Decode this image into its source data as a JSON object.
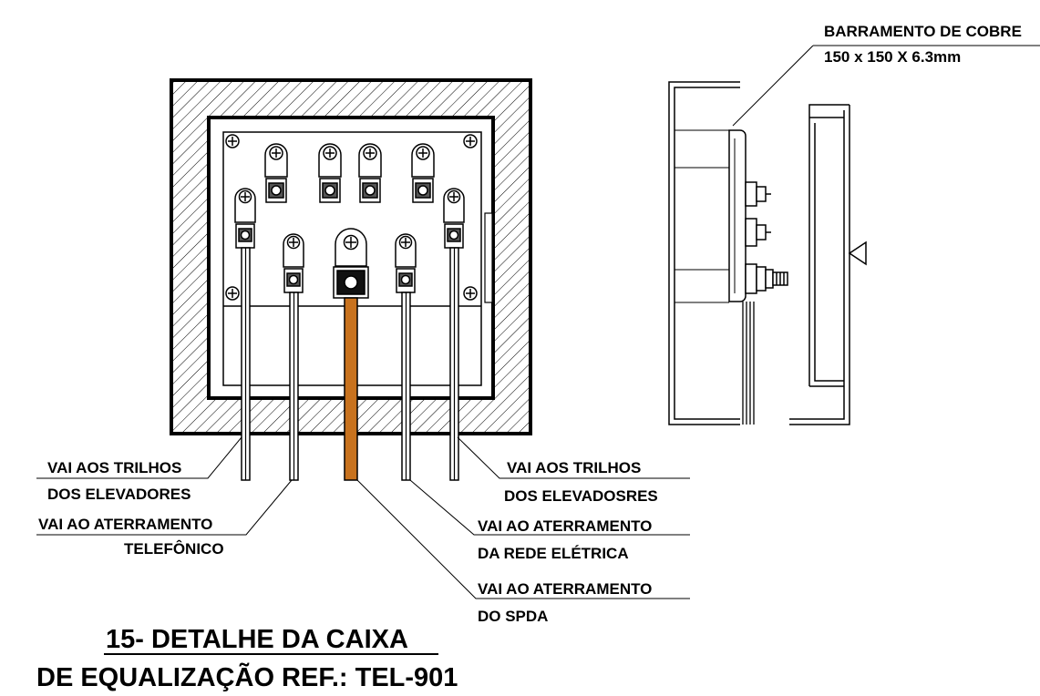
{
  "labels": {
    "barramento_line1": "BARRAMENTO DE COBRE",
    "barramento_line2": "150 x 150 X 6.3mm",
    "left_trilhos_line1": "VAI AOS TRILHOS",
    "left_trilhos_line2": "DOS ELEVADORES",
    "left_aterramento_line1": "VAI AO ATERRAMENTO",
    "left_aterramento_line2": "TELEFÔNICO",
    "right_trilhos_line1": "VAI AOS TRILHOS",
    "right_trilhos_line2": "DOS ELEVADOSRES",
    "right_aterramento_line1": "VAI AO ATERRAMENTO",
    "right_aterramento_line2": "DA REDE ELÉTRICA",
    "spda_line1": "VAI AO ATERRAMENTO",
    "spda_line2": "DO SPDA"
  },
  "title": {
    "line1": "15- DETALHE DA CAIXA",
    "line2": "DE EQUALIZAÇÃO REF.: TEL-901"
  },
  "colors": {
    "ink": "#000000",
    "copper": "#c8721e",
    "background": "#ffffff"
  }
}
